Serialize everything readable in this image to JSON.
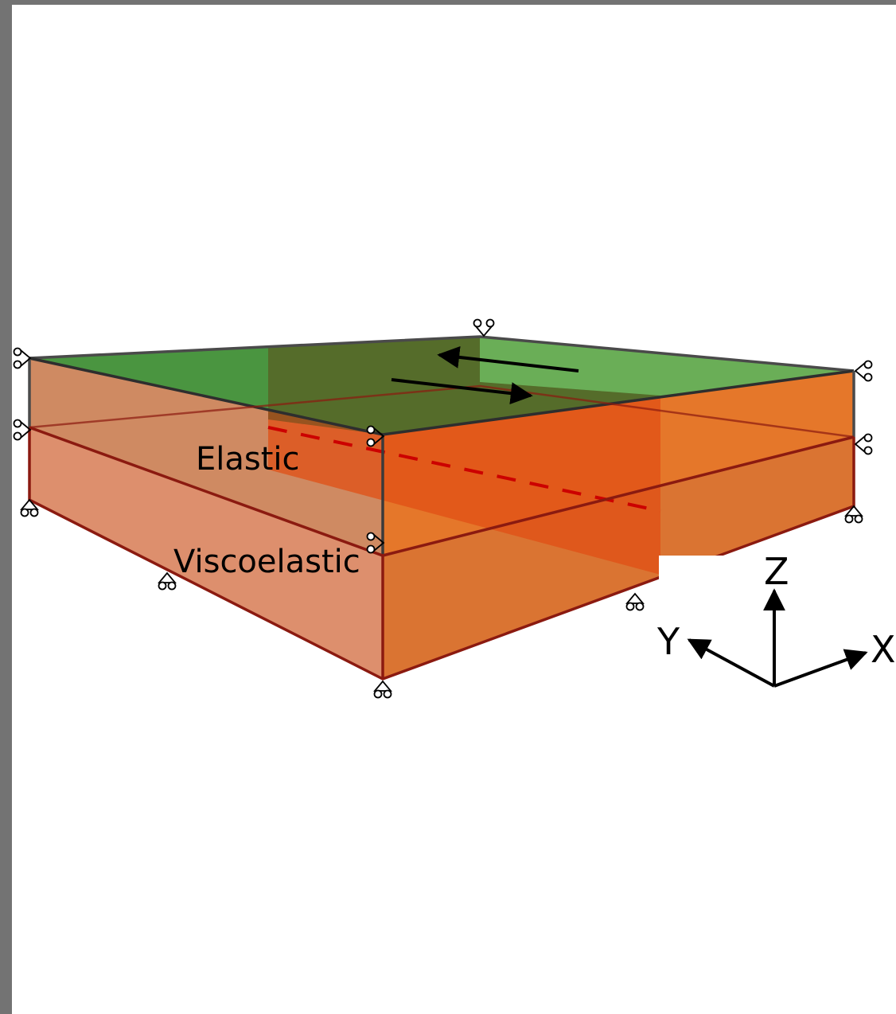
{
  "labels": {
    "elastic": "Elastic",
    "viscoelastic": "Viscoelastic"
  },
  "axes": {
    "x": "X",
    "y": "Y",
    "z": "Z"
  },
  "colors": {
    "elastic_top_dark": "#3a8a33",
    "elastic_top_light": "#5aa84a",
    "elastic_side_left": "#e8b287",
    "elastic_side_right": "#ffa646",
    "viscoelastic_left": "#dc8f6e",
    "viscoelastic_right": "#d97330",
    "fault_plane": "#e04f16",
    "fault_trace": "#cc0000",
    "outline": "#8b1a10"
  },
  "icons": {
    "boundary_support": "roller-support-icon",
    "slip_direction": "arrow-icon"
  }
}
